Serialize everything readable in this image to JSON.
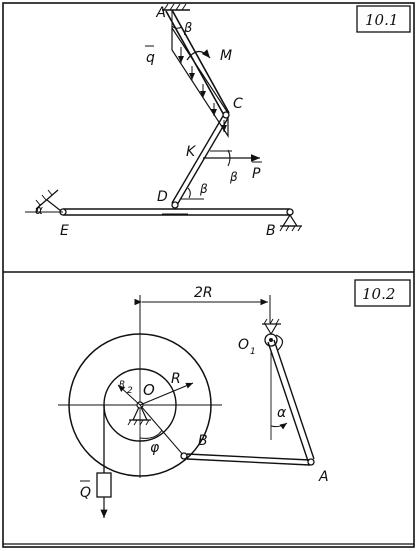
{
  "problems": [
    {
      "number": "10.1",
      "labels": {
        "A": "A",
        "C": "C",
        "K": "K",
        "D": "D",
        "E": "E",
        "B": "B",
        "M": "M",
        "q": "q",
        "P": "P",
        "beta_top": "β",
        "beta_mid": "β",
        "beta_low": "β",
        "alpha": "α"
      }
    },
    {
      "number": "10.2",
      "labels": {
        "dim_2R": "2R",
        "O1": "O",
        "O1_sub": "1",
        "O": "O",
        "R": "R",
        "R_half_num": "R",
        "R_half_den": "2",
        "phi": "φ",
        "B": "B",
        "A": "A",
        "alpha": "α",
        "Q": "Q"
      }
    }
  ]
}
